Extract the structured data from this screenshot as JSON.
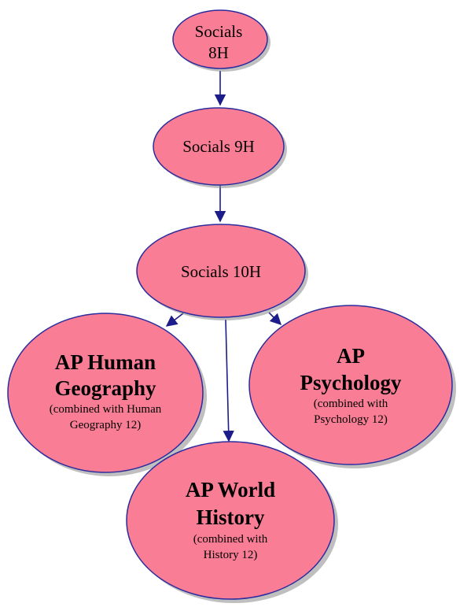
{
  "colors": {
    "node_fill": "#f97e95",
    "node_stroke": "#2b2b9e",
    "edge": "#1c1c8a"
  },
  "nodes": {
    "socials8": {
      "line1": "Socials",
      "line2": "8H"
    },
    "socials9": {
      "label": "Socials 9H"
    },
    "socials10": {
      "label": "Socials 10H"
    },
    "ap_human_geo": {
      "title1": "AP Human",
      "title2": "Geography",
      "note1": "(combined with Human",
      "note2": "Geography 12)"
    },
    "ap_psych": {
      "title1": "AP",
      "title2": "Psychology",
      "note1": "(combined with",
      "note2": "Psychology 12)"
    },
    "ap_world": {
      "title1": "AP World",
      "title2": "History",
      "note1": "(combined with",
      "note2": "History 12)"
    }
  },
  "edges": [
    {
      "from": "Socials 8H",
      "to": "Socials 9H"
    },
    {
      "from": "Socials 9H",
      "to": "Socials 10H"
    },
    {
      "from": "Socials 10H",
      "to": "AP Human Geography"
    },
    {
      "from": "Socials 10H",
      "to": "AP World History"
    },
    {
      "from": "Socials 10H",
      "to": "AP Psychology"
    }
  ]
}
